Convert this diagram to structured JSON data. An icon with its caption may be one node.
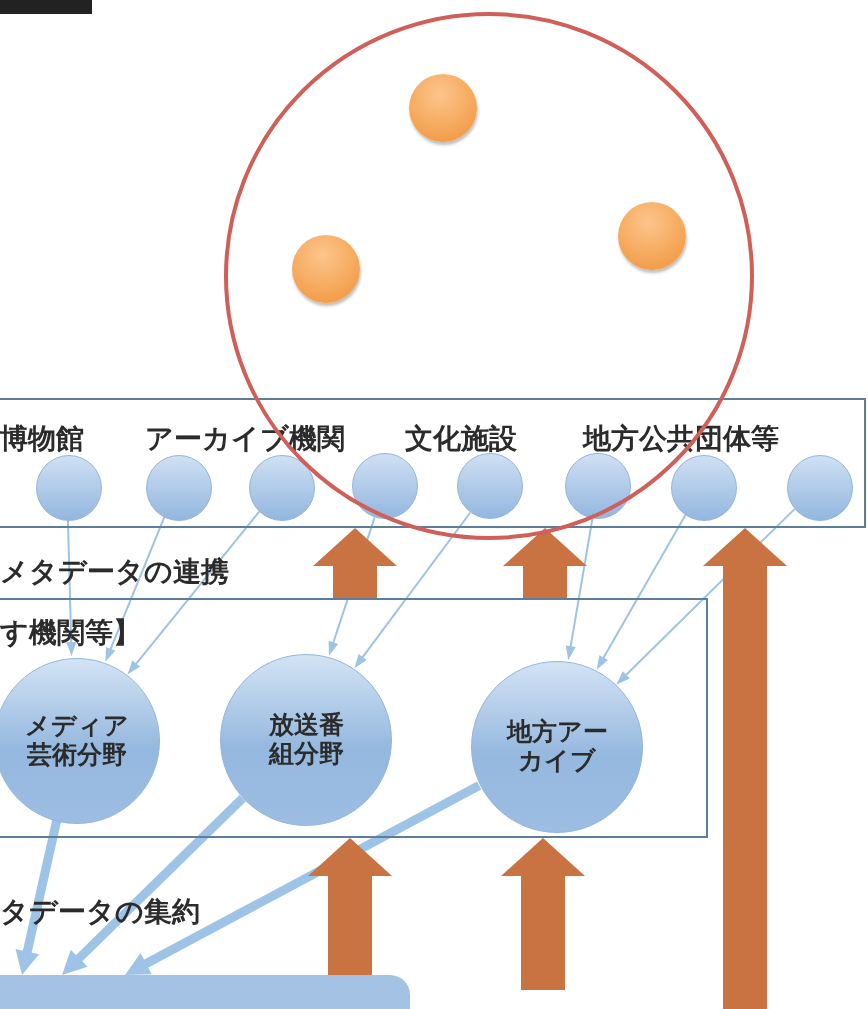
{
  "diagram": {
    "nodes": [
      {
        "text": [],
        "shape": "circle"
      },
      {
        "text": [],
        "shape": "circle",
        "in": 0
      },
      {
        "text": [],
        "shape": "circle",
        "in": 0
      },
      {
        "text": [],
        "shape": "circle",
        "in": 0
      },
      {
        "text": [
          "博物館",
          "アーカイブ機関",
          "文化施設",
          "地方公共団体等"
        ]
      },
      {
        "text": [],
        "shape": "circle",
        "in": 4
      },
      {
        "text": [],
        "shape": "circle",
        "in": 4
      },
      {
        "text": [],
        "shape": "circle",
        "in": 4
      },
      {
        "text": [],
        "shape": "circle"
      },
      {
        "text": [],
        "shape": "circle"
      },
      {
        "text": [],
        "shape": "circle"
      },
      {
        "text": [],
        "shape": "circle",
        "in": 4
      },
      {
        "text": [],
        "shape": "circle",
        "in": 4
      },
      {
        "text": [
          "す機関等】"
        ]
      },
      {
        "text": [
          "メディア芸術分野"
        ],
        "in": 13
      },
      {
        "text": [
          "放送番組分野"
        ],
        "in": 13
      },
      {
        "text": [
          "地方アーカイブ"
        ],
        "in": 13
      },
      {
        "text": [],
        "shape": "box"
      }
    ],
    "edges": [
      {
        "from": 5,
        "to": 14,
        "arrow": "to"
      },
      {
        "from": 6,
        "to": 14,
        "arrow": "to"
      },
      {
        "from": 7,
        "to": 14,
        "arrow": "to"
      },
      {
        "from": 8,
        "to": 15,
        "arrow": "to"
      },
      {
        "from": 9,
        "to": 15,
        "arrow": "to"
      },
      {
        "from": 10,
        "to": 16,
        "arrow": "to"
      },
      {
        "from": 11,
        "to": 16,
        "arrow": "to"
      },
      {
        "from": 12,
        "to": 16,
        "arrow": "to"
      },
      {
        "from": 14,
        "to": 17,
        "arrow": "to",
        "style": "thick"
      },
      {
        "from": 15,
        "to": 17,
        "arrow": "to",
        "style": "thick"
      },
      {
        "from": 16,
        "to": 17,
        "arrow": "to",
        "style": "thick"
      },
      {
        "from": 13,
        "to": 4,
        "arrow": "to",
        "style": "thick",
        "color": "#c87341"
      },
      {
        "from": 13,
        "to": 4,
        "arrow": "to",
        "style": "thick",
        "color": "#c87341"
      },
      {
        "from": null,
        "to": 4,
        "arrow": "to",
        "style": "thick",
        "color": "#c87341"
      },
      {
        "from": 17,
        "to": 13,
        "arrow": "to",
        "style": "thick",
        "color": "#c87341"
      },
      {
        "from": null,
        "to": 13,
        "arrow": "to",
        "style": "thick",
        "color": "#c87341"
      }
    ],
    "labels": [
      "メタデータの連携",
      "タデータの集約"
    ]
  }
}
